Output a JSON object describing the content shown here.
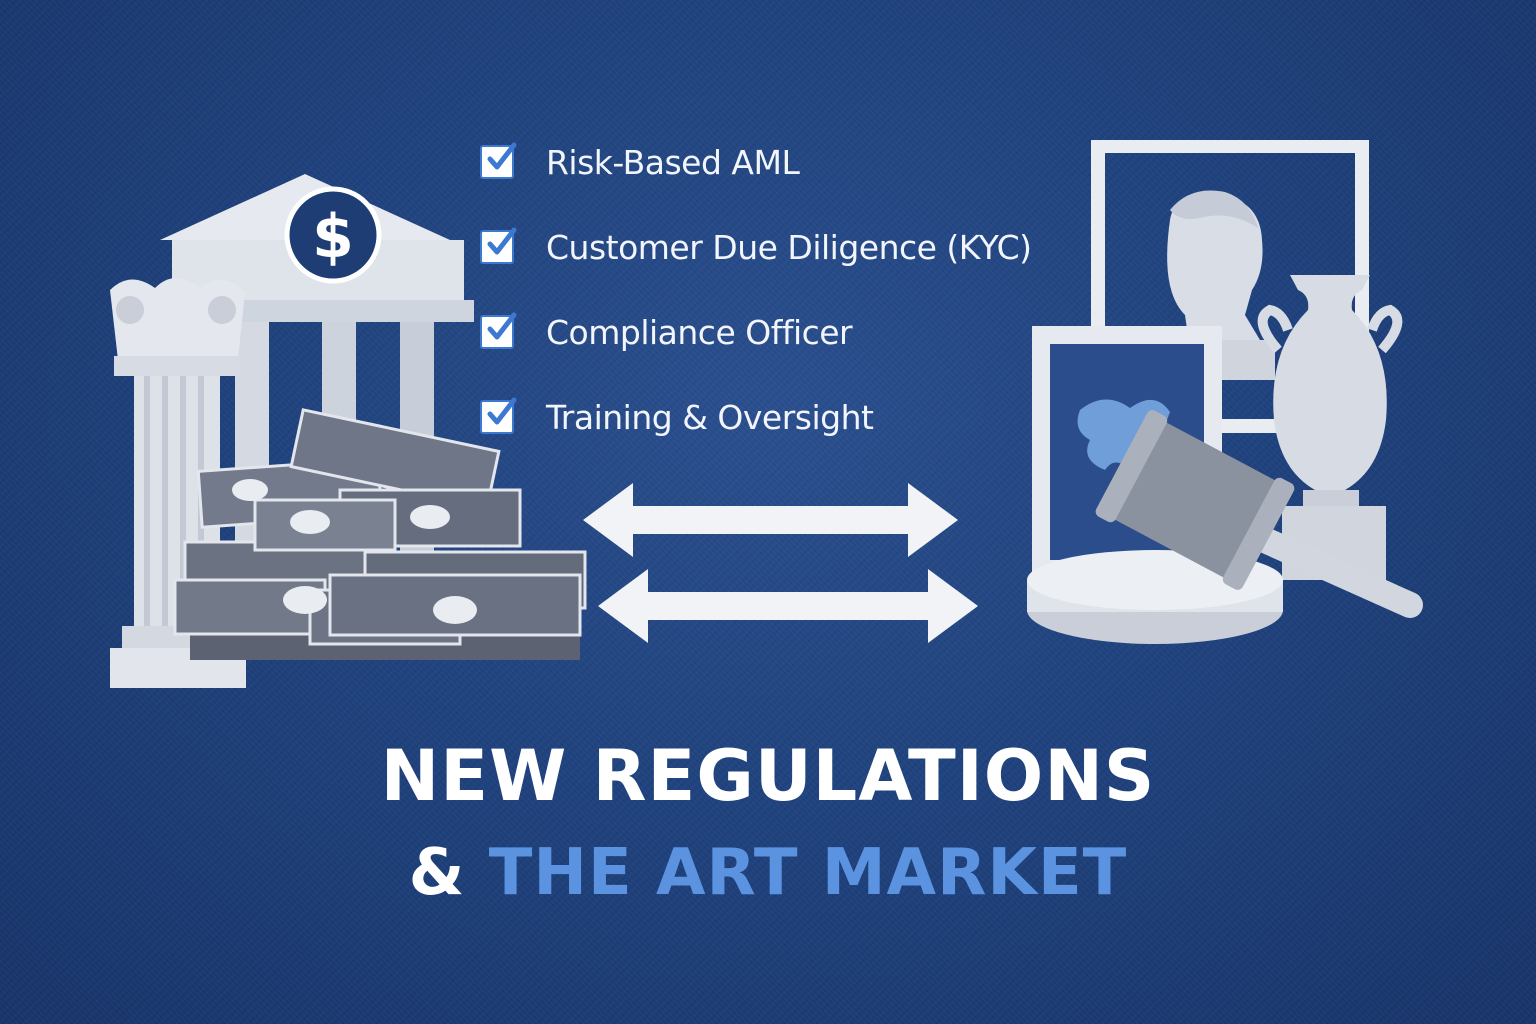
{
  "checklist": {
    "items": [
      {
        "label": "Risk-Based AML",
        "checked": true
      },
      {
        "label": "Customer Due Diligence (KYC)",
        "checked": true
      },
      {
        "label": "Compliance Officer",
        "checked": true
      },
      {
        "label": "Training & Oversight",
        "checked": true
      }
    ]
  },
  "bank": {
    "symbol": "$"
  },
  "headline": {
    "line1": "NEW REGULATIONS",
    "line2_prefix": "&",
    "line2_highlight": "THE ART MARKET"
  },
  "colors": {
    "background": "#1f427e",
    "accent": "#5b93e0",
    "checkbox_border": "#3d78d1",
    "text": "#ffffff"
  },
  "icons": [
    "bank-building-icon",
    "dollar-icon",
    "column-icon",
    "cash-stack-icon",
    "double-arrow-icon",
    "bust-sculpture-icon",
    "painting-frame-icon",
    "vase-icon",
    "gavel-icon",
    "check-icon"
  ]
}
